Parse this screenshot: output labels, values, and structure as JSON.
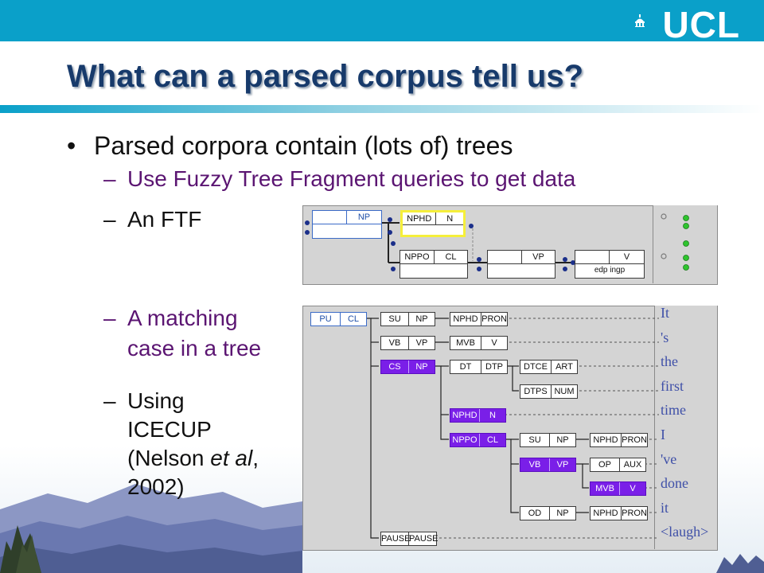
{
  "header": {
    "logo": "UCL"
  },
  "slide": {
    "title": "What can a parsed corpus tell us?",
    "bullet": "Parsed corpora contain (lots of) trees",
    "dash": "–",
    "sub1": "Use Fuzzy Tree Fragment queries to get data",
    "sub2": "An FTF",
    "sub3_line1": "A matching",
    "sub3_line2": "case in a tree",
    "sub4_line1": "Using",
    "sub4_line2": "ICECUP",
    "sub4_line3a": "(Nelson ",
    "sub4_line3b": "et al",
    "sub4_line3c": ",",
    "sub4_line4": "2002)"
  },
  "ftf": {
    "root": [
      "",
      "NP"
    ],
    "head": [
      "NPHD",
      "N"
    ],
    "postmod": [
      "NPPO",
      "CL"
    ],
    "vp": [
      "",
      "VP"
    ],
    "v": [
      "",
      "V"
    ],
    "v_features": "edp  ingp"
  },
  "tree": {
    "nodes": [
      [
        "PU",
        "CL"
      ],
      [
        "SU",
        "NP"
      ],
      [
        "NPHD",
        "PRON"
      ],
      [
        "VB",
        "VP"
      ],
      [
        "MVB",
        "V"
      ],
      [
        "CS",
        "NP"
      ],
      [
        "DT",
        "DTP"
      ],
      [
        "DTCE",
        "ART"
      ],
      [
        "DTPS",
        "NUM"
      ],
      [
        "NPHD",
        "N"
      ],
      [
        "NPPO",
        "CL"
      ],
      [
        "SU",
        "NP"
      ],
      [
        "NPHD",
        "PRON"
      ],
      [
        "VB",
        "VP"
      ],
      [
        "OP",
        "AUX"
      ],
      [
        "MVB",
        "V"
      ],
      [
        "OD",
        "NP"
      ],
      [
        "NPHD",
        "PRON"
      ],
      [
        "PAUSE",
        "PAUSE"
      ]
    ],
    "words": [
      "It",
      "'s",
      "the",
      "first",
      "time",
      "I",
      "'ve",
      "done",
      "it",
      "<laugh>"
    ]
  }
}
